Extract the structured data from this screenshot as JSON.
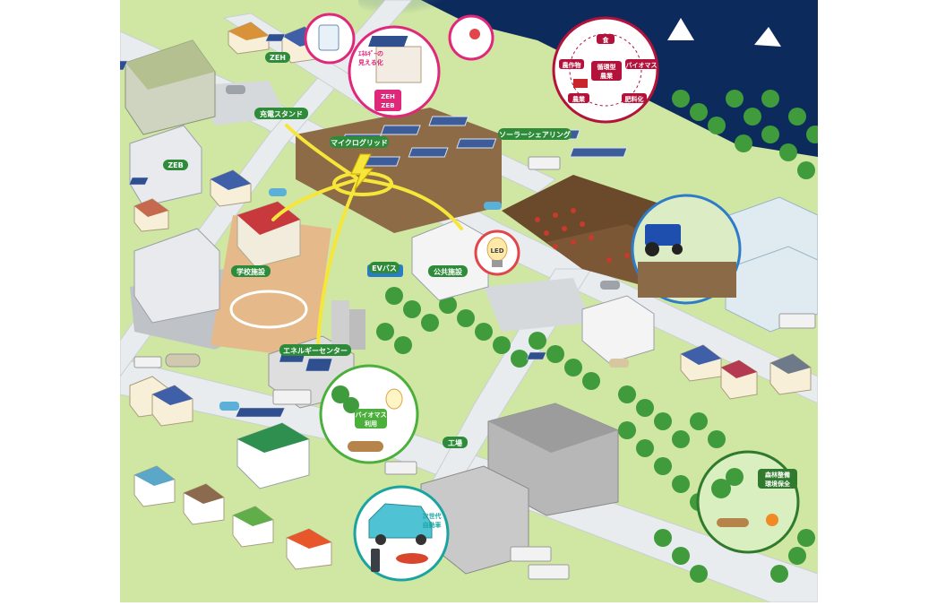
{
  "labels": {
    "zeh": "ZEH",
    "charging_stand": "充電スタンド",
    "zeb": "ZEB",
    "microgrid": "マイクログリッド",
    "solar_sharing": "ソーラーシェアリング",
    "school": "学校施設",
    "ev_bus": "EVバス",
    "public_facility": "公共施設",
    "energy_center": "エネルギーセンター",
    "factory": "工場"
  },
  "circles": {
    "energy_vis": {
      "text_line1": "ｴﾈﾙｷﾞｰの",
      "text_line2": "見える化",
      "zeh": "ZEH",
      "zeb": "ZEB"
    },
    "food_cycle": {
      "food": "食",
      "crops": "農作物",
      "circular_ag": "循環型",
      "circular_ag2": "農業",
      "biomass": "バイオマス",
      "farming": "農業",
      "fertilizer": "肥料化"
    },
    "led": "LED",
    "biomass_use": {
      "line1": "バイオマス",
      "line2": "利用"
    },
    "next_car": {
      "line1": "次世代",
      "line2": "自動車"
    },
    "forest": {
      "line1": "森林整備",
      "line2": "環境保全"
    }
  },
  "colors": {
    "label_green": "#2e8b3a",
    "ground": "#cfe7a3",
    "road": "#e9ecef",
    "sea": "#0d2a5c",
    "accent_yellow": "#f7e63a",
    "circle_pink": "#e0287a",
    "circle_red": "#b3123b",
    "circle_green": "#4caf3c",
    "circle_teal": "#19a4a0"
  },
  "icons": [
    "lightning-icon",
    "lightbulb-icon",
    "recycle-arrows-icon",
    "solar-panel-icon",
    "tractor-icon",
    "car-icon",
    "tree-icon"
  ]
}
